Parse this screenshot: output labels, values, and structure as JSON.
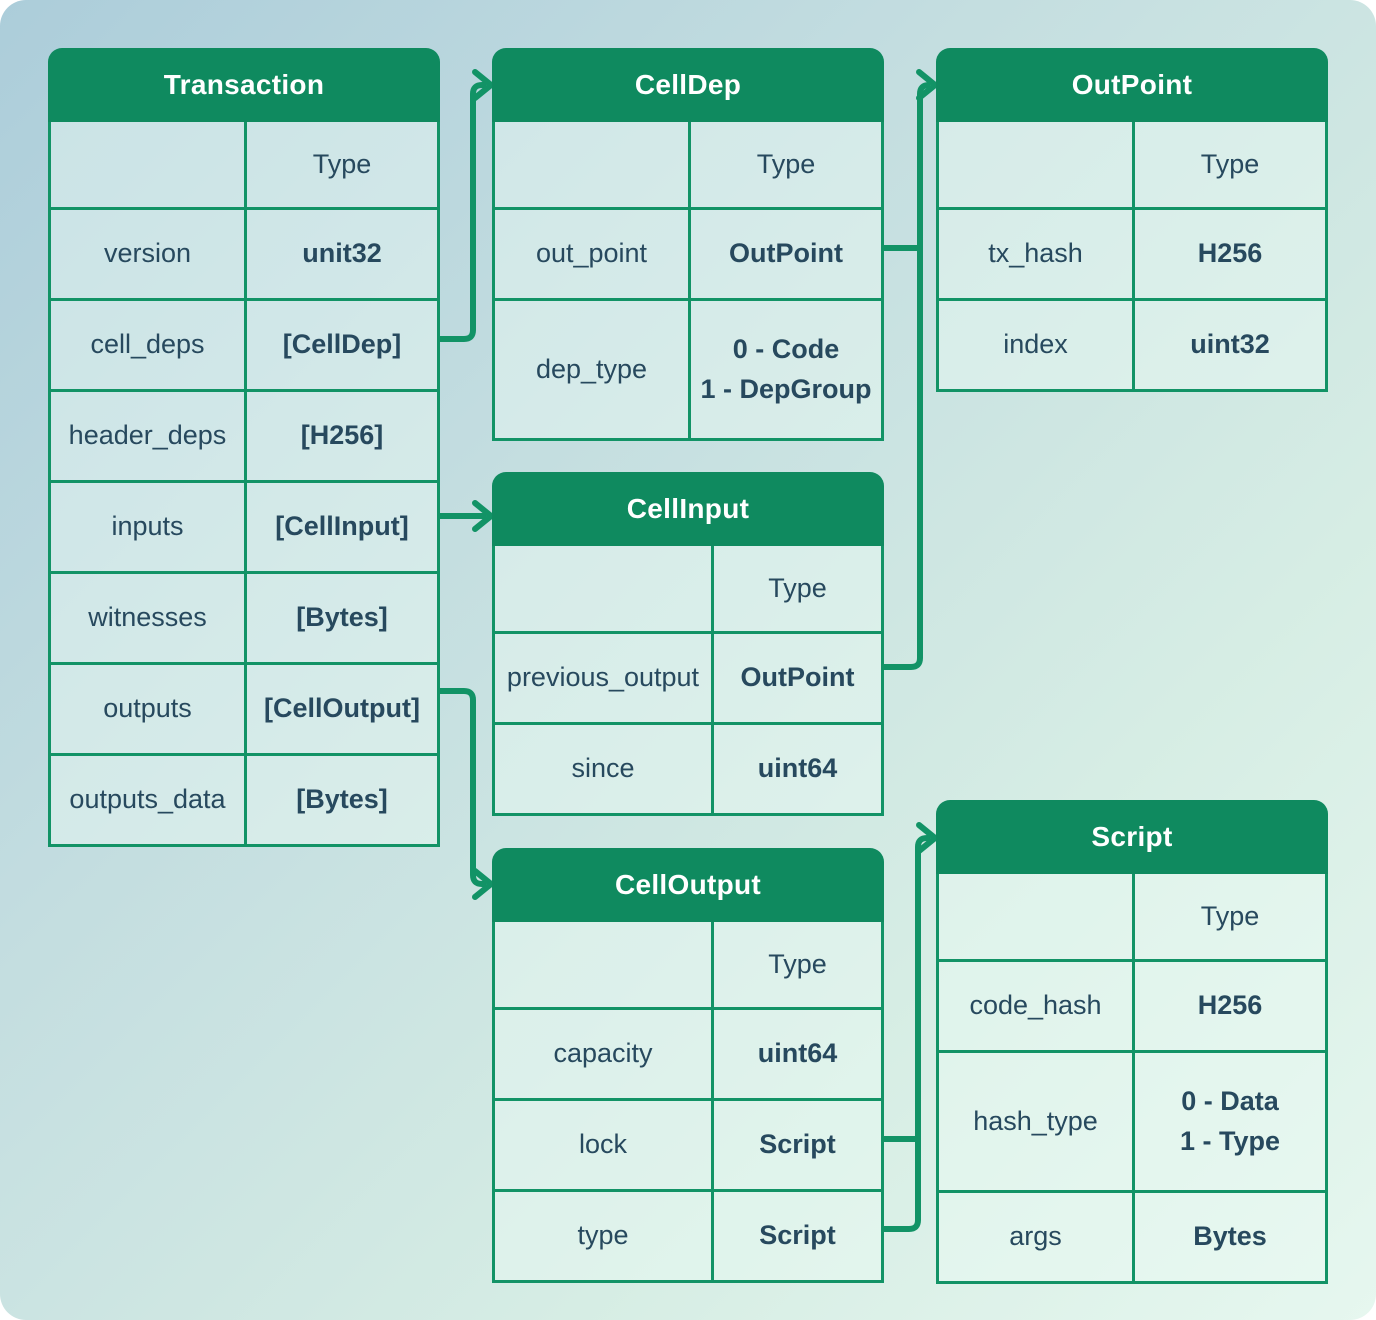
{
  "colors": {
    "header_green": "#0F8A5F",
    "line_green": "#129366",
    "connector": "#129366",
    "text_dark": "#27495E"
  },
  "tables": {
    "transaction": {
      "title": "Transaction",
      "type_header": "Type",
      "rows": [
        {
          "field": "version",
          "type": "unit32"
        },
        {
          "field": "cell_deps",
          "type": "[CellDep]"
        },
        {
          "field": "header_deps",
          "type": "[H256]"
        },
        {
          "field": "inputs",
          "type": "[CellInput]"
        },
        {
          "field": "witnesses",
          "type": "[Bytes]"
        },
        {
          "field": "outputs",
          "type": "[CellOutput]"
        },
        {
          "field": "outputs_data",
          "type": "[Bytes]"
        }
      ]
    },
    "celldep": {
      "title": "CellDep",
      "type_header": "Type",
      "rows": [
        {
          "field": "out_point",
          "type": "OutPoint"
        },
        {
          "field": "dep_type",
          "type_line1": "0 - Code",
          "type_line2": "1 - DepGroup"
        }
      ]
    },
    "outpoint": {
      "title": "OutPoint",
      "type_header": "Type",
      "rows": [
        {
          "field": "tx_hash",
          "type": "H256"
        },
        {
          "field": "index",
          "type": "uint32"
        }
      ]
    },
    "cellinput": {
      "title": "CellInput",
      "type_header": "Type",
      "rows": [
        {
          "field": "previous_output",
          "type": "OutPoint"
        },
        {
          "field": "since",
          "type": "uint64"
        }
      ]
    },
    "celloutput": {
      "title": "CellOutput",
      "type_header": "Type",
      "rows": [
        {
          "field": "capacity",
          "type": "uint64"
        },
        {
          "field": "lock",
          "type": "Script"
        },
        {
          "field": "type",
          "type": "Script"
        }
      ]
    },
    "script": {
      "title": "Script",
      "type_header": "Type",
      "rows": [
        {
          "field": "code_hash",
          "type": "H256"
        },
        {
          "field": "hash_type",
          "type_line1": "0 - Data",
          "type_line2": "1 - Type"
        },
        {
          "field": "args",
          "type": "Bytes"
        }
      ]
    }
  },
  "connectors": [
    {
      "from": "Transaction.cell_deps",
      "to": "CellDep"
    },
    {
      "from": "Transaction.inputs",
      "to": "CellInput"
    },
    {
      "from": "Transaction.outputs",
      "to": "CellOutput"
    },
    {
      "from": "CellDep.out_point",
      "to": "OutPoint"
    },
    {
      "from": "CellInput.previous_output",
      "to": "OutPoint"
    },
    {
      "from": "CellOutput.lock",
      "to": "Script"
    },
    {
      "from": "CellOutput.type",
      "to": "Script"
    }
  ]
}
